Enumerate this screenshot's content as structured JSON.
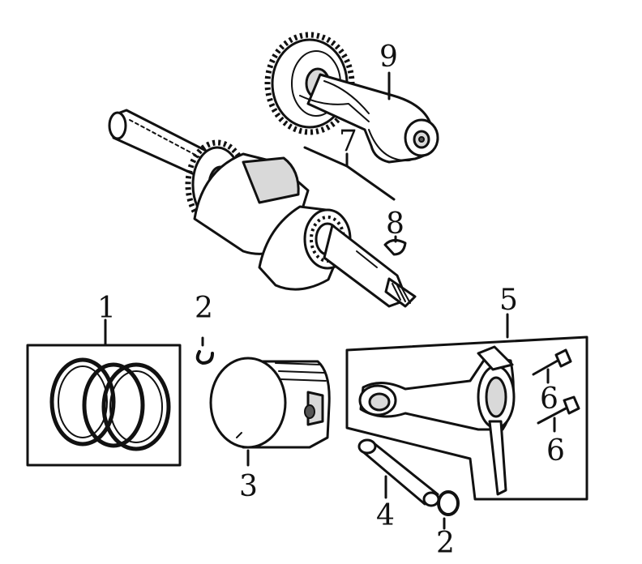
{
  "callouts": {
    "piston_rings": "1",
    "clip_top": "2",
    "clip_bottom": "2",
    "piston": "3",
    "piston_pin": "4",
    "connecting_rod": "5",
    "rod_bolt_upper": "6",
    "rod_bolt_lower": "6",
    "crankshaft": "7",
    "woodruff_key": "8",
    "camshaft": "9"
  },
  "colors": {
    "ink": "#111111",
    "background": "#ffffff",
    "shading": "#d9d9d9"
  }
}
